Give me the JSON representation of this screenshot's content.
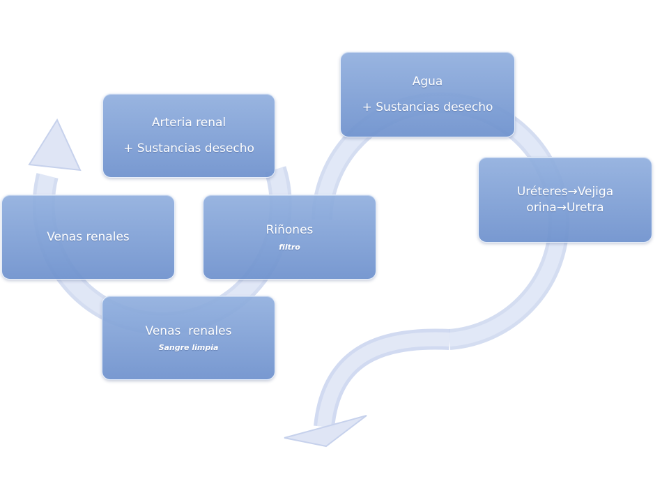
{
  "nodes": {
    "arteria": {
      "line1": "Arteria renal",
      "line2": "+ Sustancias desecho"
    },
    "rinones": {
      "title": "Riñones",
      "subtitle": "filtro"
    },
    "venas_limpia": {
      "title": "Venas  renales",
      "subtitle": "Sangre limpia"
    },
    "venas_left": {
      "title": "Venas renales"
    },
    "agua": {
      "line1": "Agua",
      "line2": "+ Sustancias desecho"
    },
    "ureteres": {
      "part1": "Uréteres",
      "part2": "Vejiga",
      "part3": "orina",
      "part4": "Uretra",
      "arrow": "→"
    }
  }
}
